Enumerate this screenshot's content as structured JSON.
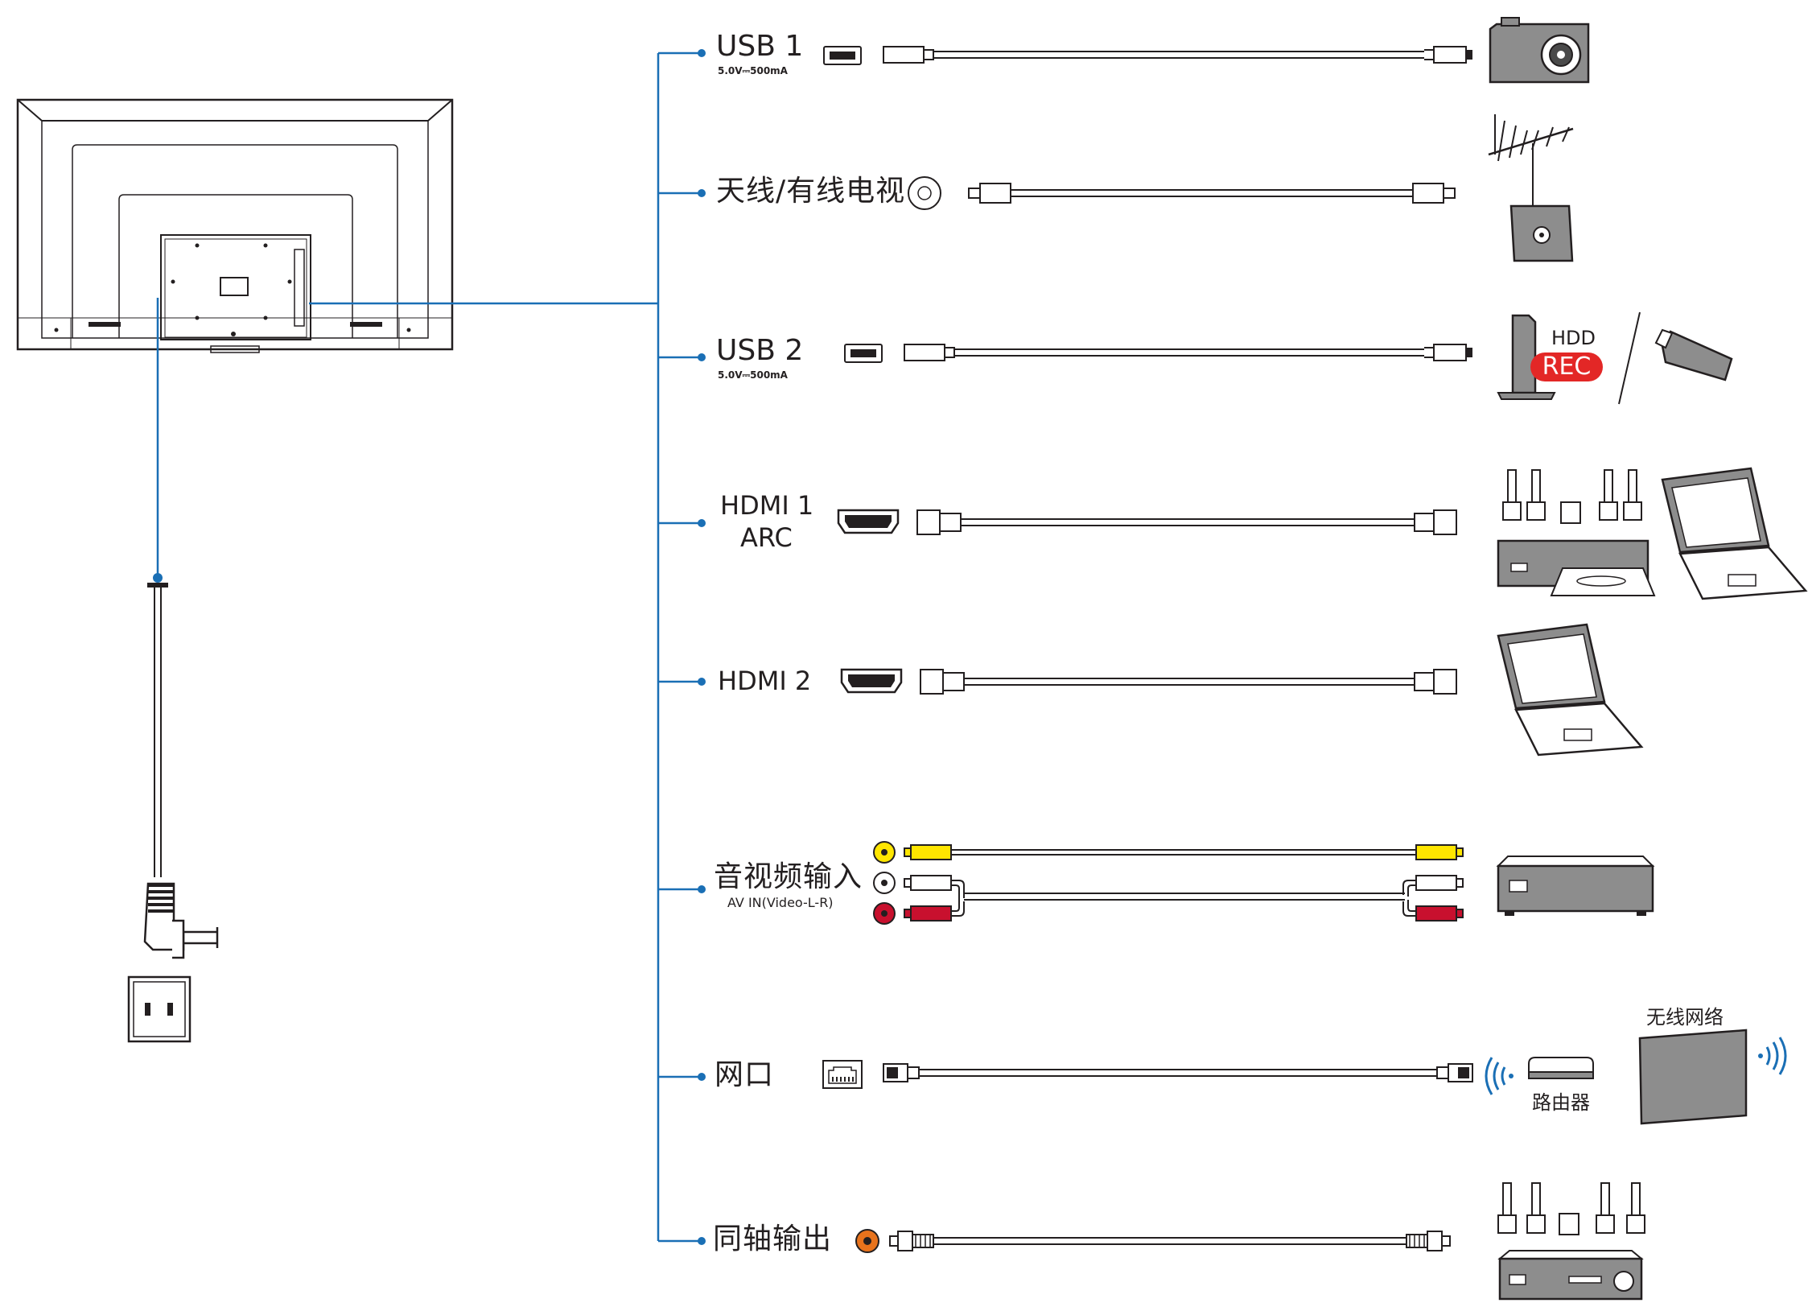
{
  "ports": {
    "usb1": {
      "label": "USB 1",
      "rating": "5.0V⎓500mA"
    },
    "antenna": {
      "label": "天线/有线电视"
    },
    "usb2": {
      "label": "USB 2",
      "rating": "5.0V⎓500mA"
    },
    "hdmi1": {
      "label_line1": "HDMI 1",
      "label_line2": "ARC"
    },
    "hdmi2": {
      "label": "HDMI 2"
    },
    "av_in": {
      "label": "音视频输入",
      "sub": "AV IN(Video-L-R)"
    },
    "lan": {
      "label": "网口"
    },
    "coax": {
      "label": "同轴输出"
    }
  },
  "devices": {
    "hdd": {
      "label": "HDD",
      "badge": "REC"
    },
    "router": {
      "label": "路由器"
    },
    "wireless": {
      "label": "无线网络"
    }
  },
  "colors": {
    "line_blue": "#1a6fb5",
    "rec_red": "#e32726",
    "av_yellow": "#ffe600",
    "av_white": "#ffffff",
    "av_red": "#c8102e",
    "coax_orange": "#e8731c"
  }
}
